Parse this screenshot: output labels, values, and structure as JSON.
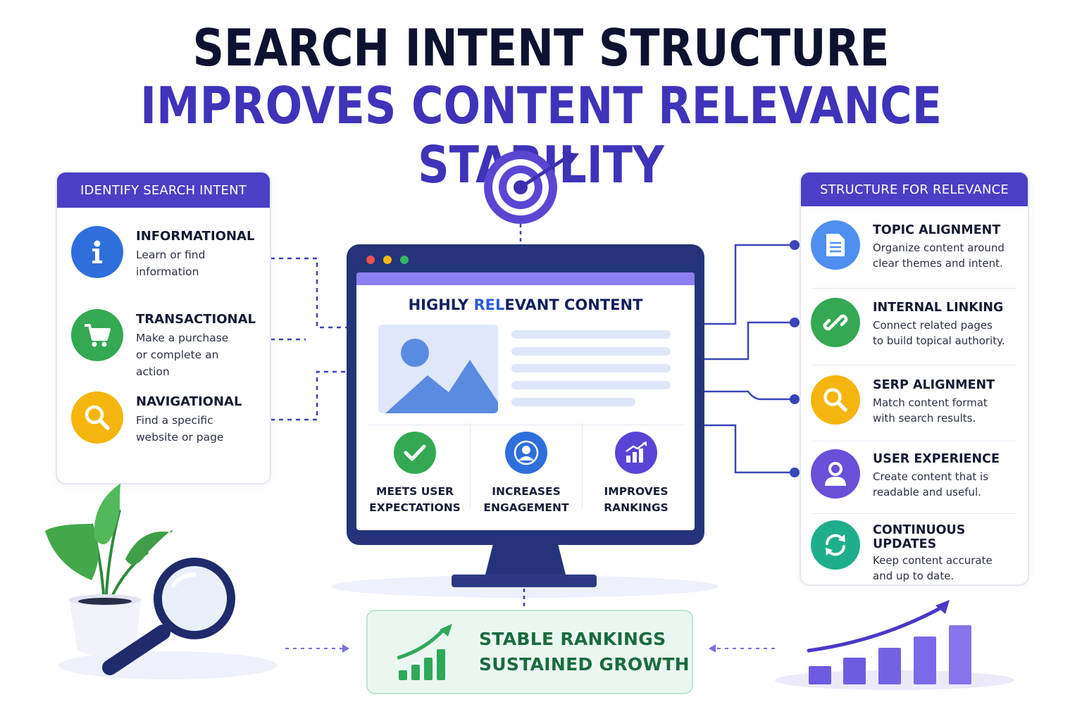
{
  "title": {
    "line1": "SEARCH INTENT STRUCTURE",
    "line2": "IMPROVES CONTENT RELEVANCE STABILITY"
  },
  "left_panel": {
    "heading": "IDENTIFY SEARCH INTENT",
    "items": [
      {
        "title": "INFORMATIONAL",
        "desc_line1": "Learn or find",
        "desc_line2": "information",
        "icon": "info-icon",
        "color": "#2f6fdc"
      },
      {
        "title": "TRANSACTIONAL",
        "desc_line1": "Make a purchase",
        "desc_line2": "or complete an action",
        "icon": "cart-icon",
        "color": "#34a853"
      },
      {
        "title": "NAVIGATIONAL",
        "desc_line1": "Find a specific",
        "desc_line2": "website or page",
        "icon": "search-icon",
        "color": "#f5b50e"
      }
    ]
  },
  "center": {
    "screen_title_pre": "HIGHLY ",
    "screen_title_accent": "REL",
    "screen_title_post": "EVANT CONTENT",
    "metrics": [
      {
        "line1": "MEETS USER",
        "line2": "EXPECTATIONS",
        "icon": "check-icon",
        "color": "#34a853"
      },
      {
        "line1": "INCREASES",
        "line2": "ENGAGEMENT",
        "icon": "user-icon",
        "color": "#2f6fdc"
      },
      {
        "line1": "IMPROVES",
        "line2": "RANKINGS",
        "icon": "bar-chart-icon",
        "color": "#5a44d6"
      }
    ]
  },
  "right_panel": {
    "heading": "STRUCTURE FOR RELEVANCE",
    "items": [
      {
        "title": "TOPIC ALIGNMENT",
        "desc_line1": "Organize content around",
        "desc_line2": "clear themes and intent.",
        "icon": "document-icon",
        "color": "#4f8ff0"
      },
      {
        "title": "INTERNAL LINKING",
        "desc_line1": "Connect related pages",
        "desc_line2": "to build topical authority.",
        "icon": "link-icon",
        "color": "#34a853"
      },
      {
        "title": "SERP ALIGNMENT",
        "desc_line1": "Match content format",
        "desc_line2": "with search results.",
        "icon": "search-icon",
        "color": "#f5b50e"
      },
      {
        "title": "USER EXPERIENCE",
        "desc_line1": "Create content that is",
        "desc_line2": "readable and useful.",
        "icon": "user-icon",
        "color": "#6a4fd8"
      },
      {
        "title": "CONTINUOUS UPDATES",
        "desc_line1": "Keep content accurate",
        "desc_line2": "and up to date.",
        "icon": "refresh-icon",
        "color": "#1fae8c"
      }
    ]
  },
  "result": {
    "line1": "STABLE RANKINGS",
    "line2": "SUSTAINED GROWTH"
  },
  "colors": {
    "title_dark": "#0d1230",
    "title_accent": "#3f33b9",
    "panel_header": "#4b3fc6",
    "monitor": "#25347a",
    "result_green": "#1b6b3e"
  }
}
